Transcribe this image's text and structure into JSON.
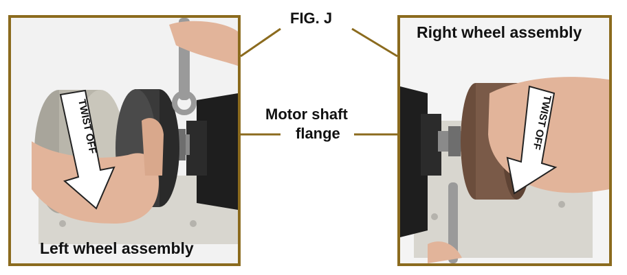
{
  "figure": {
    "label": "FIG. J",
    "callout_line1": "Motor shaft",
    "callout_line2": "flange",
    "accent_color": "#8b6b1e"
  },
  "left_panel": {
    "title": "Left wheel assembly",
    "arrow_text": "TWIST OFF"
  },
  "right_panel": {
    "title": "Right wheel assembly",
    "arrow_text": "TWIST OFF"
  }
}
